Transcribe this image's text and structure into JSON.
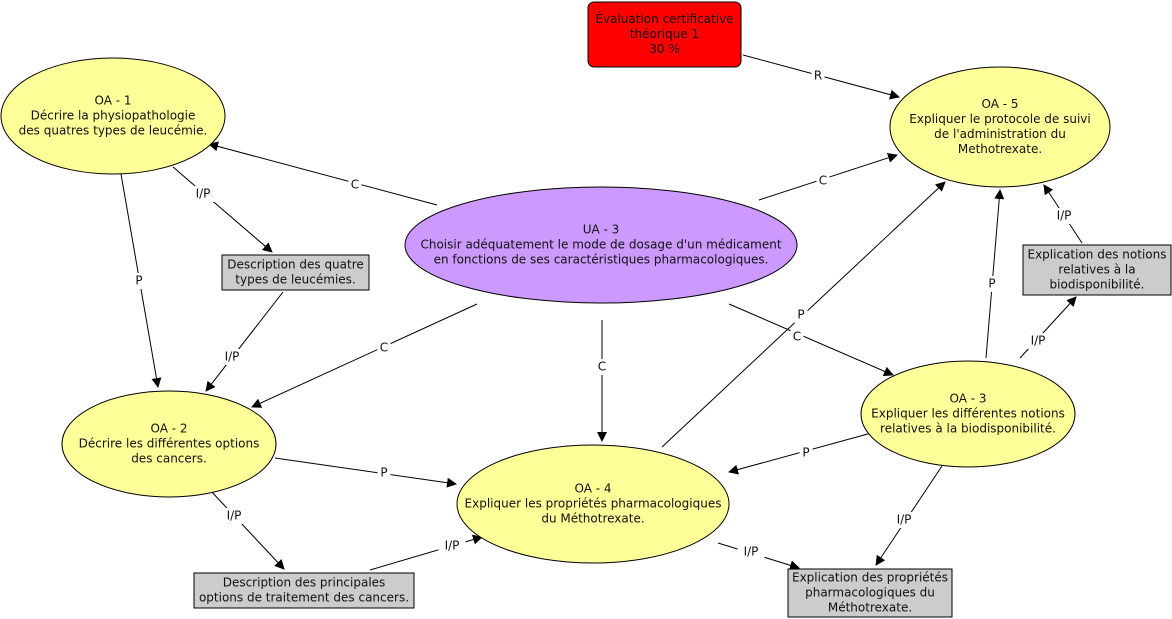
{
  "colors": {
    "objective_fill": "#ffff99",
    "central_fill": "#cc99ff",
    "evaluation_fill": "#ff0000",
    "resource_fill": "#cccccc",
    "stroke": "#000000"
  },
  "nodes": {
    "evaluation": {
      "lines": [
        "Évaluation certificative",
        "théorique 1",
        "30 %"
      ]
    },
    "oa1": {
      "lines": [
        "OA - 1",
        "Décrire la physiopathologie",
        "des quatres types de leucémie."
      ]
    },
    "oa2": {
      "lines": [
        "OA - 2",
        "Décrire les différentes options",
        "des cancers."
      ]
    },
    "oa3": {
      "lines": [
        "OA - 3",
        "Expliquer les différentes notions",
        "relatives à la biodisponibilité."
      ]
    },
    "oa4": {
      "lines": [
        "OA - 4",
        "Expliquer les propriétés pharmacologiques",
        "du Méthotrexate."
      ]
    },
    "oa5": {
      "lines": [
        "OA - 5",
        "Expliquer le protocole de suivi",
        "de l'administration du",
        "Methotrexate."
      ]
    },
    "ua3": {
      "lines": [
        "UA - 3",
        "Choisir adéquatement le mode de dosage d'un médicament",
        "en fonctions de ses caractéristiques pharmacologiques."
      ]
    },
    "desc_leucemies": {
      "lines": [
        "Description des quatre",
        "types de leucémies."
      ]
    },
    "desc_traitement": {
      "lines": [
        "Description des principales",
        "options de traitement des cancers."
      ]
    },
    "expl_biodispo": {
      "lines": [
        "Explication des notions",
        "relatives à la",
        "biodisponibilité."
      ]
    },
    "expl_proprietes": {
      "lines": [
        "Explication des propriétés",
        "pharmacologiques du",
        "Méthotrexate."
      ]
    }
  },
  "edges": [
    {
      "id": "eval-oa5",
      "label": "R"
    },
    {
      "id": "ua3-oa1",
      "label": "C"
    },
    {
      "id": "ua3-oa5",
      "label": "C"
    },
    {
      "id": "ua3-oa2",
      "label": "C"
    },
    {
      "id": "ua3-oa4",
      "label": "C"
    },
    {
      "id": "ua3-oa3",
      "label": "C"
    },
    {
      "id": "oa1-desc",
      "label": "I/P"
    },
    {
      "id": "oa1-oa2",
      "label": "P"
    },
    {
      "id": "desc-oa2",
      "label": "I/P"
    },
    {
      "id": "oa2-oa4",
      "label": "P"
    },
    {
      "id": "oa2-desctrt",
      "label": "I/P"
    },
    {
      "id": "desctrt-oa4",
      "label": "I/P"
    },
    {
      "id": "oa4-oa5",
      "label": "P"
    },
    {
      "id": "oa4-explprop",
      "label": "I/P"
    },
    {
      "id": "oa3-oa4",
      "label": "P"
    },
    {
      "id": "oa3-explprop",
      "label": "I/P"
    },
    {
      "id": "oa3-oa5",
      "label": "P"
    },
    {
      "id": "oa3-explbio",
      "label": "I/P"
    },
    {
      "id": "explbio-oa5",
      "label": "I/P"
    }
  ]
}
